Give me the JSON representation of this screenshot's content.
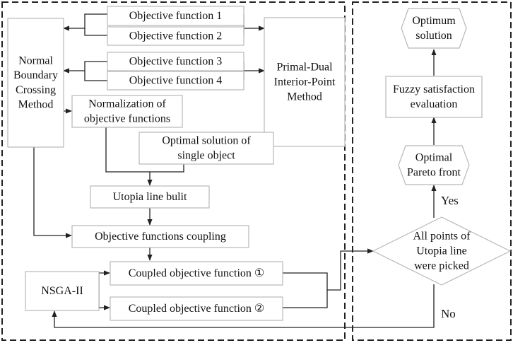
{
  "nodes": {
    "of1": [
      "Objective function 1"
    ],
    "of2": [
      "Objective function 2"
    ],
    "of3": [
      "Objective function 3"
    ],
    "of4": [
      "Objective function 4"
    ],
    "nbc": [
      "Normal",
      "Boundary",
      "Crossing",
      "Method"
    ],
    "pd": [
      "Primal-Dual",
      "Interior-Point",
      "Method"
    ],
    "norm": [
      "Normalization of",
      "objective functions"
    ],
    "single": [
      "Optimal solution of",
      "single object"
    ],
    "utopia": [
      "Utopia line bulit"
    ],
    "coupling": [
      "Objective functions coupling"
    ],
    "nsga": [
      "NSGA-II"
    ],
    "c1": [
      "Coupled objective function ①"
    ],
    "c2": [
      "Coupled objective function ②"
    ],
    "decision": [
      "All points of",
      "Utopia line",
      "were picked"
    ],
    "pareto": [
      "Optimal",
      "Pareto front"
    ],
    "fuzzy": [
      "Fuzzy satisfaction",
      "evaluation"
    ],
    "optimum": [
      "Optimum",
      "solution"
    ]
  },
  "edge_labels": {
    "yes": "Yes",
    "no": "No"
  }
}
